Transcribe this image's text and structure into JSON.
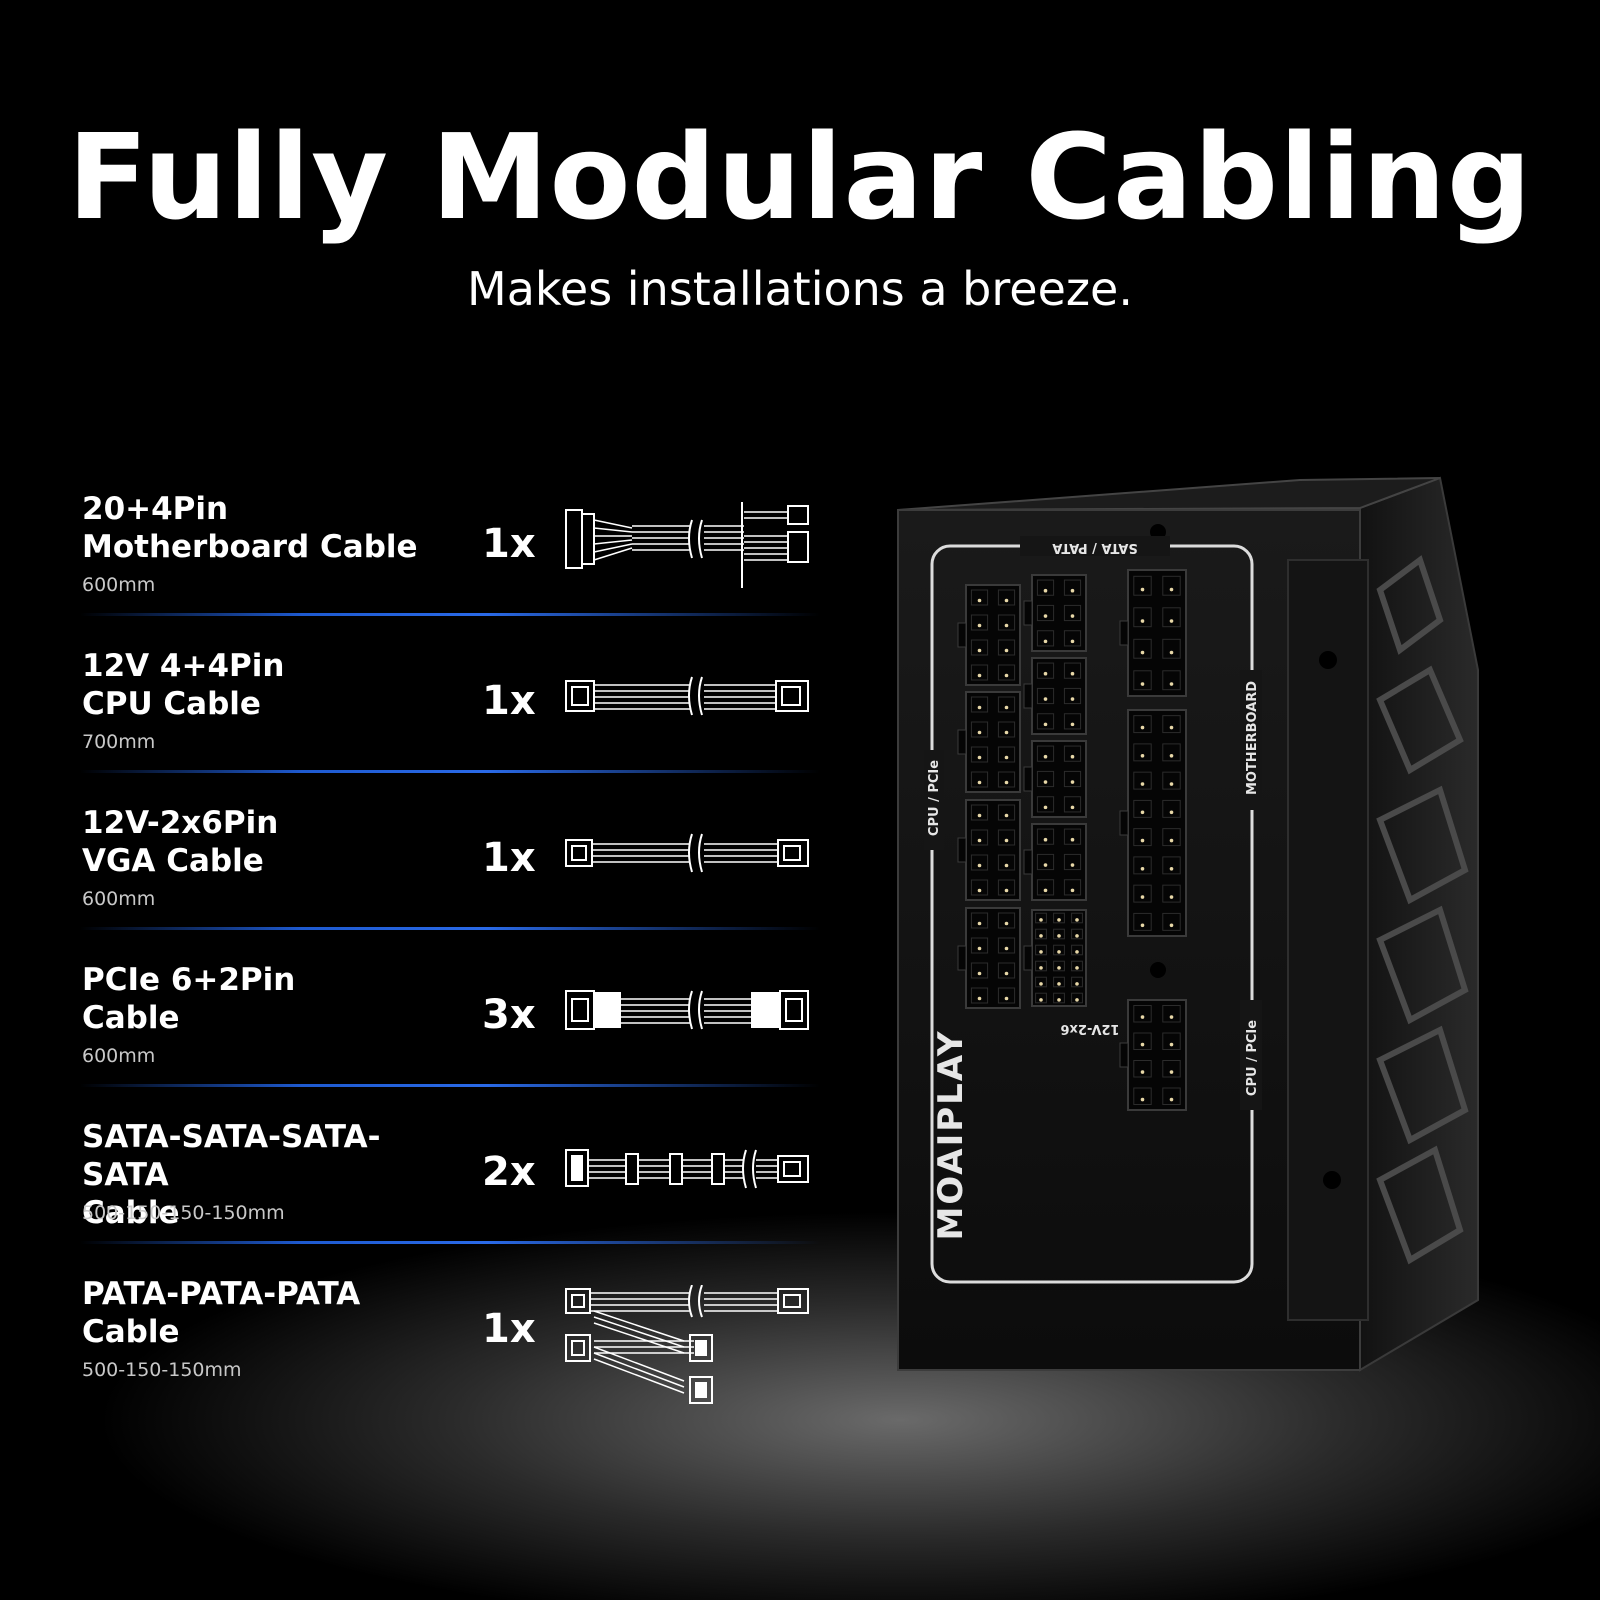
{
  "header": {
    "title": "Fully Modular Cabling",
    "subtitle": "Makes installations a breeze."
  },
  "cables": [
    {
      "name": "20+4Pin\nMotherboard Cable",
      "length": "600mm",
      "qty": "1x",
      "icon": "motherboard-cable-icon"
    },
    {
      "name": "12V 4+4Pin\nCPU Cable",
      "length": "700mm",
      "qty": "1x",
      "icon": "cpu-cable-icon"
    },
    {
      "name": "12V-2x6Pin\nVGA Cable",
      "length": "600mm",
      "qty": "1x",
      "icon": "vga-cable-icon"
    },
    {
      "name": "PCIe 6+2Pin\nCable",
      "length": "600mm",
      "qty": "3x",
      "icon": "pcie-cable-icon"
    },
    {
      "name": "SATA-SATA-SATA-SATA\nCable",
      "length": "500-150-150-150mm",
      "qty": "2x",
      "icon": "sata-cable-icon"
    },
    {
      "name": "PATA-PATA-PATA\nCable",
      "length": "500-150-150mm",
      "qty": "1x",
      "icon": "pata-cable-icon"
    }
  ],
  "psu": {
    "brand": "MOAIPLAY",
    "port_labels": {
      "sata_pata": "SATA / PATA",
      "cpu_pcie_left": "CPU / PCIe",
      "motherboard": "MOTHERBOARD",
      "cpu_pcie_right": "CPU / PCIe",
      "vga": "12V-2x6"
    }
  },
  "colors": {
    "background": "#000000",
    "divider": "#2a6ae8",
    "text": "#ffffff",
    "secondary_text": "#c8c8c8"
  }
}
